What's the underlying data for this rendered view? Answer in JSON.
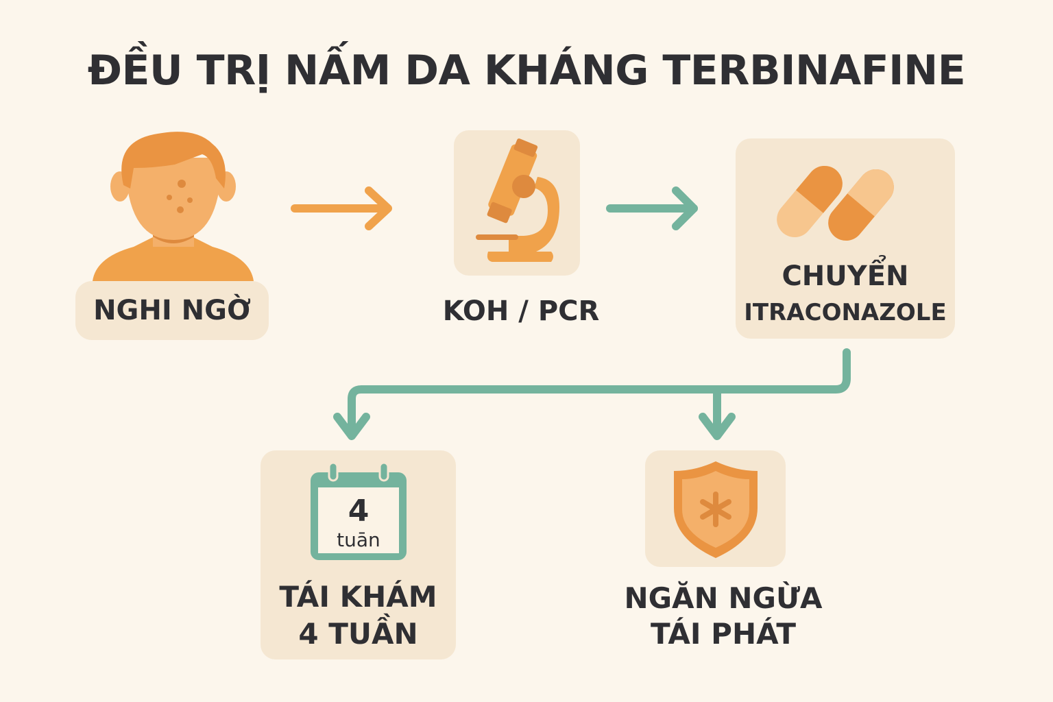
{
  "title": "ĐỀU TRỊ NẤM DA KHÁNG TERBINAFINE",
  "colors": {
    "background": "#fcf6ec",
    "box": "#f5e7d2",
    "orange": "#f0a24b",
    "orange_dark": "#de8a3e",
    "orange_light": "#f7c68e",
    "teal": "#74b39d",
    "text": "#2f2f33"
  },
  "steps": [
    {
      "id": "suspect",
      "icon": "person-with-rash-icon",
      "label": "NGHI NGỜ"
    },
    {
      "id": "test",
      "icon": "microscope-icon",
      "label": "KOH / PCR"
    },
    {
      "id": "switch",
      "icon": "capsules-icon",
      "label_line1": "CHUYỂN",
      "label_line2": "ITRACONAZOLE"
    },
    {
      "id": "followup",
      "icon": "calendar-icon",
      "calendar_number": "4",
      "calendar_unit": "tuān",
      "label_line1": "TÁI KHÁM",
      "label_line2": "4 TUẦN"
    },
    {
      "id": "prevent",
      "icon": "shield-icon",
      "label_line1": "NGĂN NGỪA",
      "label_line2": "TÁI PHÁT"
    }
  ],
  "arrows": [
    {
      "from": "suspect",
      "to": "test",
      "color": "orange"
    },
    {
      "from": "test",
      "to": "switch",
      "color": "teal"
    },
    {
      "from": "switch",
      "to": [
        "followup",
        "prevent"
      ],
      "color": "teal"
    }
  ]
}
